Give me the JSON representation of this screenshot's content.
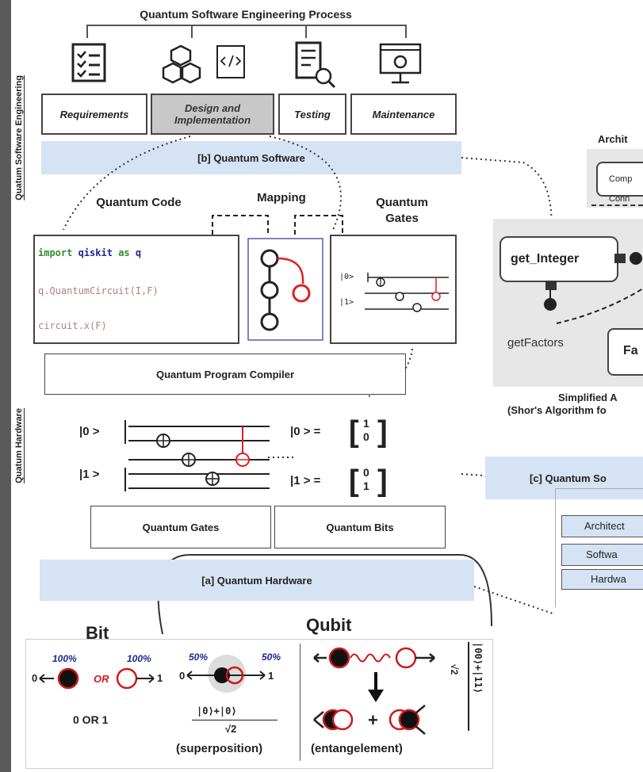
{
  "header": {
    "title": "Quantum Software Engineering Process"
  },
  "side_labels": {
    "software": "Quatum Software Engineering",
    "hardware": "Quatum Hardware"
  },
  "phases": [
    {
      "label": "Requirements",
      "icon": "checklist-icon"
    },
    {
      "label": "Design and Implementation",
      "icon": "cubes-code-icon"
    },
    {
      "label": "Testing",
      "icon": "document-search-icon"
    },
    {
      "label": "Maintenance",
      "icon": "monitor-gear-icon"
    }
  ],
  "bands": {
    "software": "[b] Quantum Software",
    "solutions": "[c] Quantum So",
    "hardware": "[a] Quantum Hardware"
  },
  "software": {
    "code_title": "Quantum Code",
    "mapping_title": "Mapping",
    "gates_title": "Quantum Gates",
    "code_lines": {
      "import_kw": "import",
      "import_mod": "qiskit",
      "import_as": "as",
      "import_alias": "q",
      "line2": "q.QuantumCircuit(I,F)",
      "line3": "circuit.x(F)"
    },
    "gate_labels": [
      "|0>",
      "|1>"
    ],
    "compiler": "Quantum Program Compiler"
  },
  "hardware": {
    "state_labels": [
      "|0 >",
      "|1 >"
    ],
    "ket0_eq": "|0 > =",
    "ket1_eq": "|1 > =",
    "ket0_vec": [
      "1",
      "0"
    ],
    "ket1_vec": [
      "0",
      "1"
    ],
    "gates_box": "Quantum Gates",
    "bits_box": "Quantum Bits"
  },
  "bit_panel": {
    "bit_title": "Bit",
    "qubit_title": "Qubit",
    "pct_left": "100%",
    "pct_right": "100%",
    "zero": "0",
    "one": "1",
    "or": "OR",
    "caption": "0 OR 1",
    "sup_pct_left": "50%",
    "sup_pct_right": "50%",
    "sup_numer": "|0⟩+|0⟩",
    "sup_denom": "√2",
    "sup_caption": "(superposition)",
    "ent_caption": "(entangelement)",
    "ent_formula": "|00⟩+|11⟩",
    "ent_denom": "√2"
  },
  "right_panel": {
    "arch_title": "Archit",
    "comp": "Comp",
    "conn": "Conn",
    "get_integer": "get_Integer",
    "get_factors": "getFactors",
    "fa": "Fa",
    "caption1": "Simplified A",
    "caption2": "(Shor's Algorithm fo",
    "layers": [
      "Architect",
      "Softwa",
      "Hardwa"
    ]
  }
}
